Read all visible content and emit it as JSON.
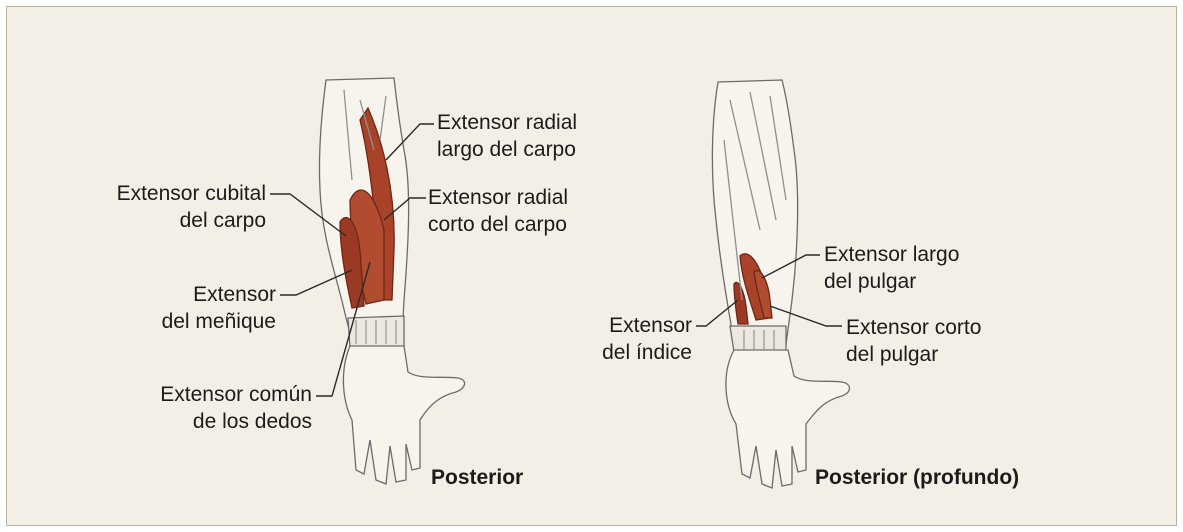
{
  "diagram": {
    "left_view": {
      "caption": "Posterior",
      "labels": {
        "ecrl": [
          "Extensor radial",
          "largo del carpo"
        ],
        "ecu": [
          "Extensor cubital",
          "del carpo"
        ],
        "ecrb": [
          "Extensor radial",
          "corto del carpo"
        ],
        "edm": [
          "Extensor",
          "del meñique"
        ],
        "edc": [
          "Extensor común",
          "de los dedos"
        ]
      }
    },
    "right_view": {
      "caption": "Posterior (profundo)",
      "labels": {
        "epl": [
          "Extensor largo",
          "del pulgar"
        ],
        "ei": [
          "Extensor",
          "del índice"
        ],
        "epb": [
          "Extensor corto",
          "del pulgar"
        ]
      }
    },
    "colors": {
      "background": "#f4efe6",
      "muscle": "#a8432a",
      "skin_outline": "#6b6b6b",
      "leader_line": "#2a2a2a"
    }
  }
}
